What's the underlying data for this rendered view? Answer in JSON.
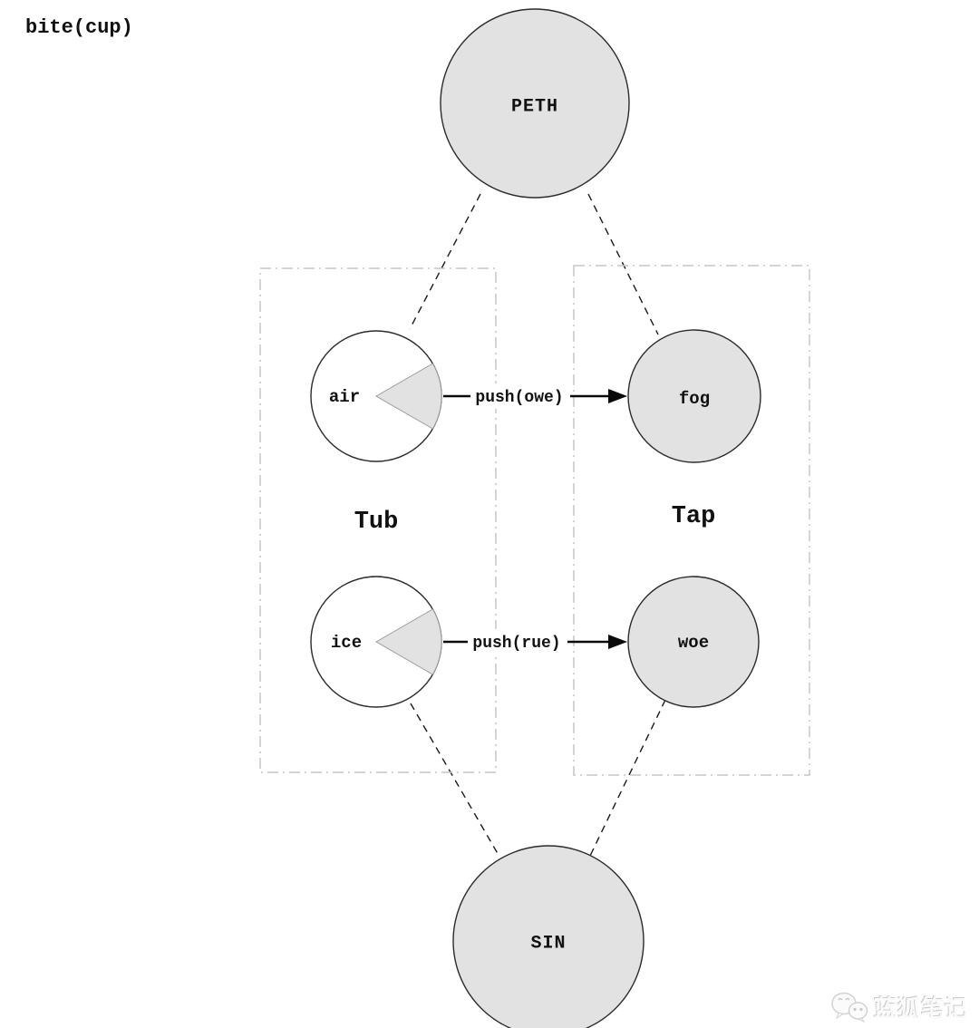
{
  "title": "bite(cup)",
  "diagram": {
    "top_node": {
      "label": "PETH"
    },
    "bottom_node": {
      "label": "SIN"
    },
    "groups": [
      {
        "name": "tub",
        "label": "Tub",
        "nodes": [
          {
            "label": "air",
            "style": "white-with-wedge"
          },
          {
            "label": "ice",
            "style": "white-with-wedge"
          }
        ]
      },
      {
        "name": "tap",
        "label": "Tap",
        "nodes": [
          {
            "label": "fog",
            "style": "filled"
          },
          {
            "label": "woe",
            "style": "filled"
          }
        ]
      }
    ],
    "edges": [
      {
        "from": "air",
        "to": "fog",
        "label": "push(owe)"
      },
      {
        "from": "ice",
        "to": "woe",
        "label": "push(rue)"
      }
    ],
    "dashed_connections": [
      {
        "from": "PETH",
        "to": "air"
      },
      {
        "from": "PETH",
        "to": "fog"
      },
      {
        "from": "ice",
        "to": "SIN"
      },
      {
        "from": "woe",
        "to": "SIN"
      }
    ]
  },
  "colors": {
    "node_fill": "#e2e2e2",
    "white_node_fill": "#ffffff",
    "node_stroke": "#2b2b2b",
    "group_border": "#c5c5c5",
    "edge_color": "#0a0a0a",
    "wedge_fill": "#e2e2e2"
  },
  "icons": {
    "watermark_icon": "wechat-bubbles-icon"
  },
  "watermark": {
    "text": "蓝狐笔记"
  }
}
